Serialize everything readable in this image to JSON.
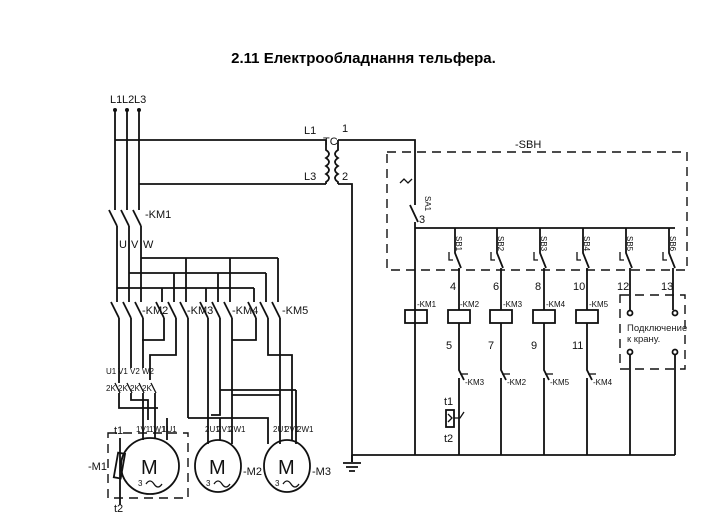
{
  "title": "2.11 Електрообладнання тельфера.",
  "power": {
    "phases": [
      "L1",
      "L2",
      "L3"
    ],
    "main_contactor": "-KM1",
    "outputs": [
      "U",
      "V",
      "W"
    ],
    "contactors": [
      "-KM2",
      "-KM3",
      "-KM4",
      "-KM5"
    ],
    "winding_terminals": [
      "U1",
      "V1",
      "V2",
      "W2"
    ],
    "switch_labels": [
      "2K",
      "2K",
      "2K",
      "2K"
    ],
    "thermal": [
      "t1",
      "t2"
    ]
  },
  "motors": [
    {
      "label": "-M1",
      "symbol": "M",
      "phase": "3",
      "terminals": [
        "1V1",
        "1W1",
        "1U1"
      ]
    },
    {
      "label": "-M2",
      "symbol": "M",
      "phase": "3",
      "terminals": [
        "2U1",
        "2V1",
        "2W1"
      ]
    },
    {
      "label": "-M3",
      "symbol": "M",
      "phase": "3",
      "terminals": [
        "2U1",
        "2V1",
        "2W1"
      ]
    }
  ],
  "transformer": {
    "label": "TC",
    "primary": [
      "L1",
      "L3"
    ],
    "secondary": [
      "1",
      "2"
    ]
  },
  "control": {
    "panel": "-SBH",
    "key_switch": "SA1",
    "node3": "3",
    "buttons": [
      "SB1",
      "SB2",
      "SB3",
      "SB4",
      "SB5",
      "SB6"
    ],
    "nodes_top": [
      "4",
      "6",
      "8",
      "10",
      "12",
      "13"
    ],
    "coils": [
      "-KM1",
      "-KM2",
      "-KM3",
      "-KM4",
      "-KM5"
    ],
    "nodes_mid": [
      "5",
      "7",
      "9",
      "11"
    ],
    "interlocks": [
      "-KM3",
      "-KM2",
      "-KM5",
      "-KM4"
    ],
    "thermal": [
      "t1",
      "t2"
    ],
    "crane_note": [
      "Подключение",
      "к крану."
    ]
  }
}
